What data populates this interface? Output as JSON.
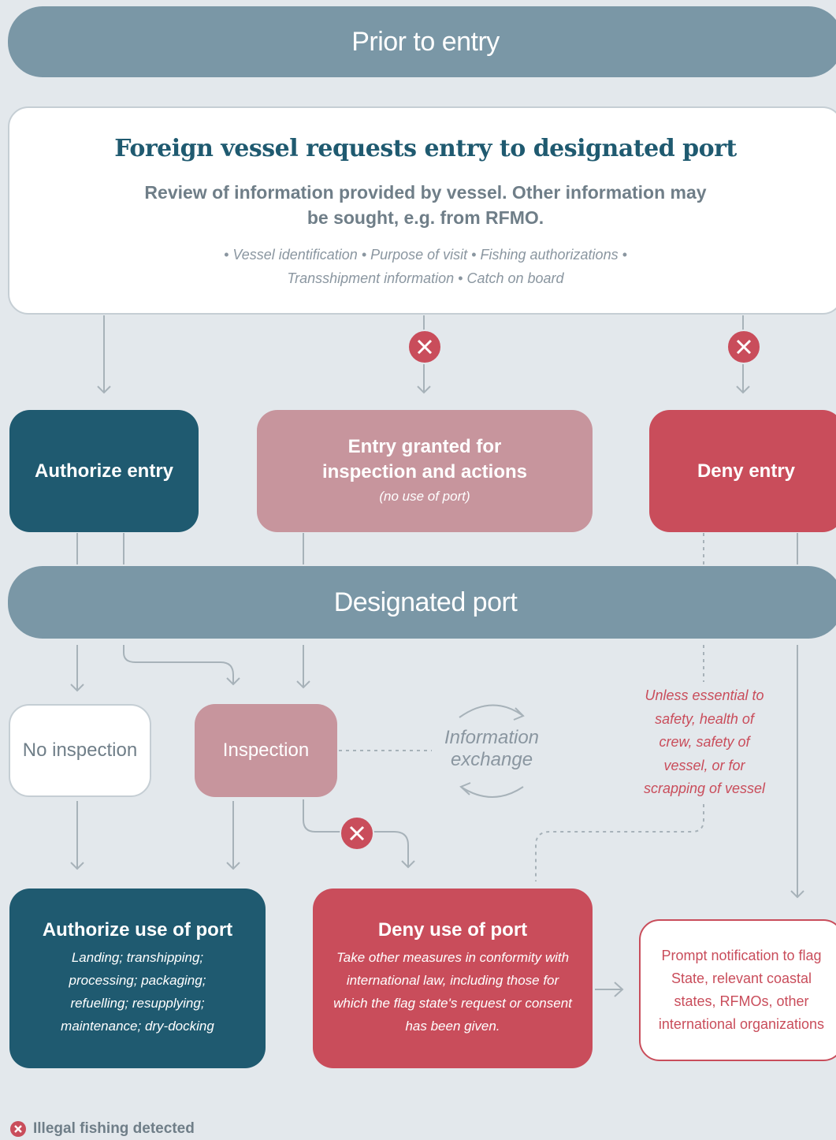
{
  "banners": {
    "prior": "Prior to entry",
    "port": "Designated port"
  },
  "request": {
    "title": "Foreign vessel requests entry to designated port",
    "subtitle": "Review of information provided by vessel. Other information may be sought, e.g. from RFMO.",
    "items": "• Vessel identification • Purpose of visit • Fishing authorizations • Transshipment information • Catch on board"
  },
  "entry": {
    "authorize": "Authorize entry",
    "granted": "Entry granted for inspection and actions",
    "granted_note": "(no use of port)",
    "deny": "Deny entry"
  },
  "port": {
    "no_inspection": "No inspection",
    "inspection": "Inspection",
    "info_exchange": "Information exchange",
    "unless": "Unless essential to safety, health of crew, safety of vessel, or for scrapping of vessel"
  },
  "outcomes": {
    "authorize_use": "Authorize use of port",
    "authorize_use_note": "Landing; transhipping; processing; packaging; refuelling; resupplying; maintenance; dry-docking",
    "deny_use": "Deny use of port",
    "deny_use_note": "Take other measures in conformity with international law, including those for which the flag state's request or consent has been given.",
    "notify": "Prompt notification to flag State, relevant coastal states, RFMOs, other international organizations"
  },
  "legend": {
    "illegal": "Illegal fishing detected"
  },
  "colors": {
    "background": "#e3e8ec",
    "banner": "#7a97a6",
    "teal": "#1f5a70",
    "pink": "#c7959d",
    "red": "#c94d5b",
    "connector": "#a7b2b9"
  }
}
